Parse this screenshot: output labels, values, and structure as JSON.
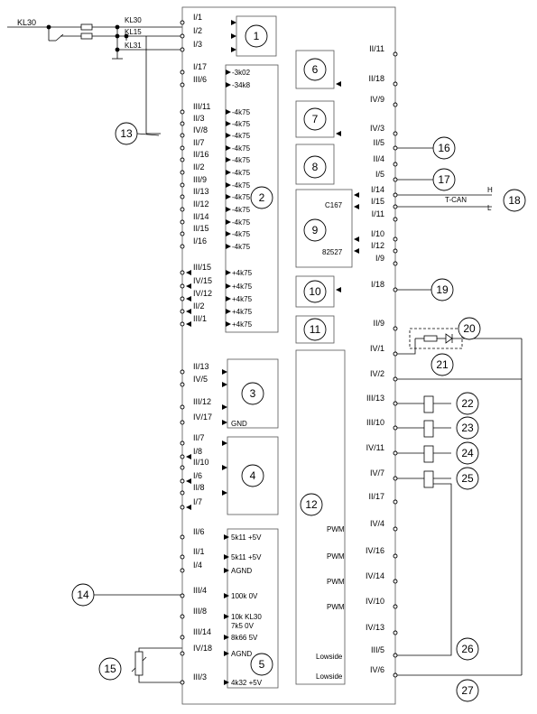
{
  "supply": {
    "kl30_in": "KL30",
    "kl30": "KL30",
    "kl15": "KL15",
    "kl31": "KL31"
  },
  "markers": [
    "1",
    "2",
    "3",
    "4",
    "5",
    "6",
    "7",
    "8",
    "9",
    "10",
    "11",
    "12",
    "13",
    "14",
    "15",
    "16",
    "17",
    "18",
    "19",
    "20",
    "21",
    "22",
    "23",
    "24",
    "25",
    "26",
    "27"
  ],
  "block1": {
    "pins": [
      "I/1",
      "I/2",
      "I/3"
    ]
  },
  "block2": {
    "pins": [
      "I/17",
      "III/6",
      "III/11",
      "II/3",
      "IV/8",
      "II/7",
      "II/16",
      "II/2",
      "III/9",
      "II/13",
      "II/12",
      "II/14",
      "II/15",
      "I/16",
      "III/15",
      "IV/15",
      "IV/12",
      "II/2",
      "III/1"
    ],
    "values": [
      "-3k02",
      "-34k8",
      "-4k75",
      "-4k75",
      "-4k75",
      "-4k75",
      "-4k75",
      "-4k75",
      "-4k75",
      "-4k75",
      "-4k75",
      "-4k75",
      "-4k75",
      "-4k75",
      "+4k75",
      "+4k75",
      "+4k75",
      "+4k75",
      "+4k75"
    ]
  },
  "block3": {
    "pins": [
      "II/13",
      "IV/5",
      "III/12",
      "IV/17"
    ],
    "gnd": "GND"
  },
  "block4": {
    "pins": [
      "II/7",
      "I/8",
      "II/10",
      "I/6",
      "II/8",
      "I/7"
    ]
  },
  "block5": {
    "pins": [
      "II/6",
      "II/1",
      "I/4",
      "III/4",
      "III/8",
      "III/14",
      "IV/18",
      "III/3"
    ],
    "values": [
      "5k11 +5V",
      "5k11 +5V",
      "AGND",
      "100k 0V",
      "10k KL30",
      "8k66 5V",
      "AGND",
      "4k32 +5V"
    ],
    "value_extra": "7k5 0V"
  },
  "right": {
    "b6": [
      "II/11",
      "II/18"
    ],
    "b7": [
      "IV/9",
      "IV/3"
    ],
    "b8": [
      "II/5",
      "II/4",
      "I/5"
    ],
    "b9": [
      "I/14",
      "I/15",
      "I/11",
      "I/10",
      "I/12",
      "I/9"
    ],
    "b9_c167": "C167",
    "b9_82527": "82527",
    "can_h": "H",
    "can_l": "L",
    "can": "T-CAN",
    "b10": [
      "I/18"
    ],
    "b11": [
      "II/9"
    ],
    "b12": [
      "IV/1",
      "IV/2",
      "III/13",
      "III/10",
      "IV/11",
      "IV/7",
      "II/17",
      "IV/4",
      "IV/16",
      "IV/14",
      "IV/10",
      "IV/13",
      "III/5",
      "IV/6"
    ],
    "pwm": [
      "PWM",
      "PWM",
      "PWM",
      "PWM"
    ],
    "lowside": [
      "Lowside",
      "Lowside"
    ]
  }
}
